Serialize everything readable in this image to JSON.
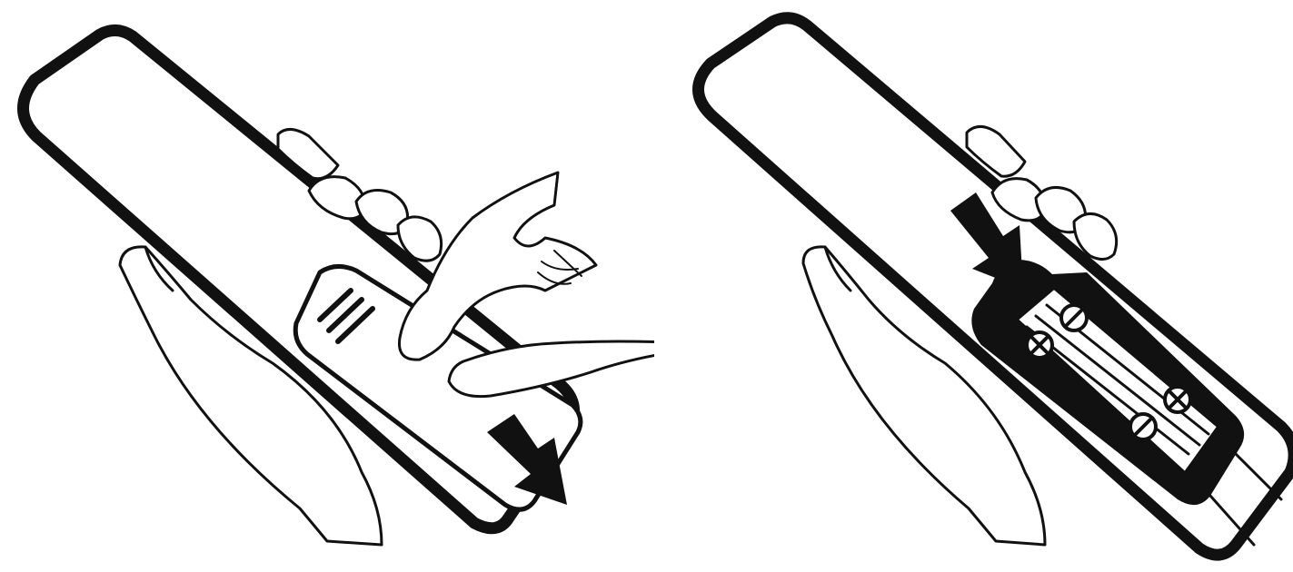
{
  "colors": {
    "ink": "#111111",
    "paper": "#ffffff"
  },
  "panels": [
    {
      "name": "step-1-remove-cover",
      "arrow_direction": "down-right",
      "icons": [
        "remote-back-icon",
        "holding-hand-icon",
        "pressing-hand-icon",
        "battery-cover-icon",
        "grip-lines-icon",
        "arrow-icon"
      ]
    },
    {
      "name": "step-2-insert-batteries",
      "arrow_direction": "down-right",
      "icons": [
        "remote-back-icon",
        "holding-hand-icon",
        "battery-compartment-icon",
        "arrow-icon"
      ],
      "polarity_marks": [
        "+",
        "−",
        "+",
        "−"
      ]
    }
  ]
}
